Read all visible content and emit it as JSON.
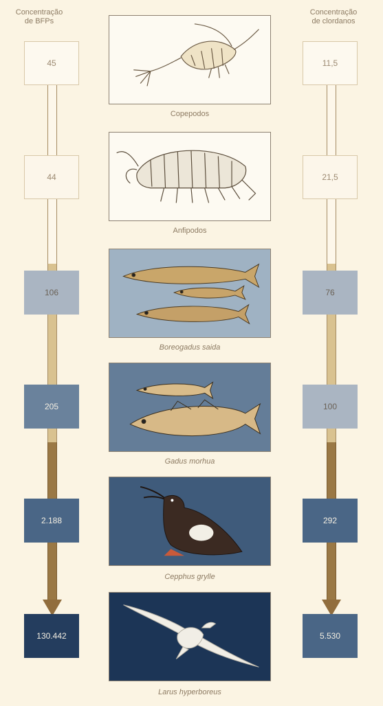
{
  "headers": {
    "left": [
      "Concentração",
      "de BFPs"
    ],
    "right": [
      "Concentração",
      "de clordanos"
    ]
  },
  "levels": [
    {
      "organism": "Copepodos",
      "italic": false,
      "bfp": "45",
      "chlordane": "11,5",
      "bfp_tone": "c0",
      "chl_tone": "c0"
    },
    {
      "organism": "Anfipodos",
      "italic": false,
      "bfp": "44",
      "chlordane": "21,5",
      "bfp_tone": "c1",
      "chl_tone": "c1"
    },
    {
      "organism": "Boreogadus saida",
      "italic": true,
      "bfp": "106",
      "chlordane": "76",
      "bfp_tone": "c2",
      "chl_tone": "c2"
    },
    {
      "organism": "Gadus morhua",
      "italic": true,
      "bfp": "205",
      "chlordane": "100",
      "bfp_tone": "c3",
      "chl_tone": "c2"
    },
    {
      "organism": "Cepphus grylle",
      "italic": true,
      "bfp": "2.188",
      "chlordane": "292",
      "bfp_tone": "c4",
      "chl_tone": "c4"
    },
    {
      "organism": "Larus hyperboreus",
      "italic": true,
      "bfp": "130.442",
      "chlordane": "5.530",
      "bfp_tone": "c5",
      "chl_tone": "c4"
    }
  ],
  "colors": {
    "background": "#fbf4e3",
    "arrow_dark": "#916d3d",
    "pale_box": "#fdf9ef",
    "dark_box": "#243d5e"
  }
}
